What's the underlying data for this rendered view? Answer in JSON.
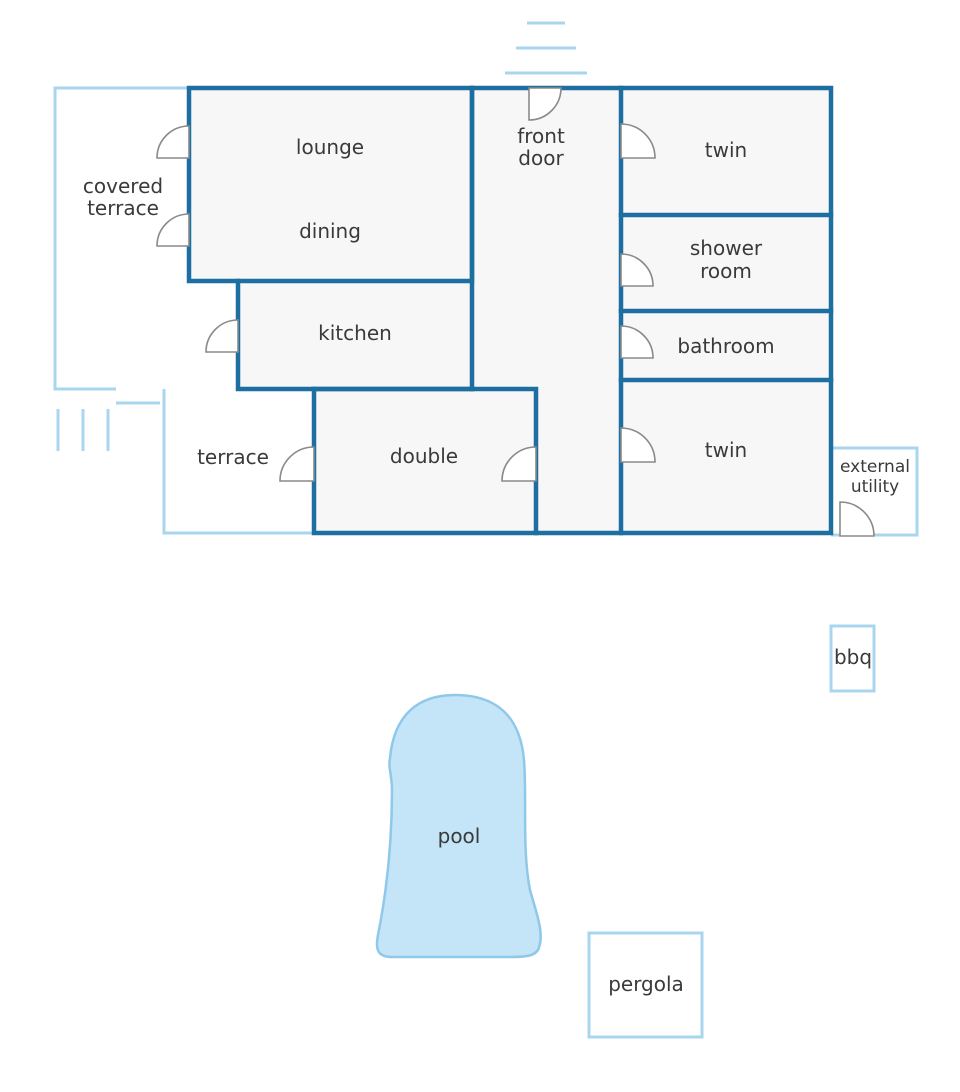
{
  "floorplan": {
    "rooms": {
      "lounge": "lounge",
      "dining": "dining",
      "kitchen": "kitchen",
      "front_door_line1": "front",
      "front_door_line2": "door",
      "twin_top": "twin",
      "shower_room_line1": "shower",
      "shower_room_line2": "room",
      "bathroom": "bathroom",
      "twin_bottom": "twin",
      "double": "double",
      "covered_terrace_line1": "covered",
      "covered_terrace_line2": "terrace",
      "terrace": "terrace",
      "external_utility_line1": "external",
      "external_utility_line2": "utility"
    },
    "outdoor": {
      "bbq": "bbq",
      "pool": "pool",
      "pergola": "pergola"
    }
  },
  "colors": {
    "wall": "#1c6fa0",
    "outline": "#a8d6ee",
    "room_fill": "#f7f7f7",
    "pool_fill": "#c4e4f8",
    "door": "#8a8a8a",
    "text": "#3a3a3a"
  }
}
